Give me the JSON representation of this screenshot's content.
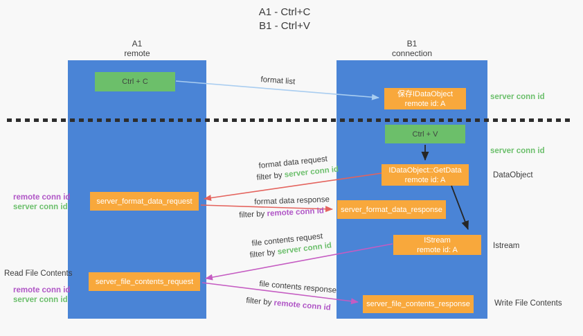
{
  "title": {
    "line1": "A1 - Ctrl+C",
    "line2": "B1 - Ctrl+V"
  },
  "lanes": {
    "left": {
      "id": "A1",
      "role": "remote"
    },
    "right": {
      "id": "B1",
      "role": "connection"
    }
  },
  "nodes": {
    "ctrl_c": {
      "label": "Ctrl + C"
    },
    "ctrl_v": {
      "label": "Ctrl + V"
    },
    "save_dataobject": {
      "line1": "保存IDataObject",
      "line2": "remote id: A"
    },
    "getdata": {
      "line1": "IDataObject::GetData",
      "line2": "remote id: A"
    },
    "istream_node": {
      "line1": "IStream",
      "line2": "remote id: A"
    },
    "server_format_data_request": {
      "label": "server_format_data_request"
    },
    "server_format_data_response": {
      "label": "server_format_data_response"
    },
    "server_file_contents_request": {
      "label": "server_file_contents_request"
    },
    "server_file_contents_response": {
      "label": "server_file_contents_response"
    }
  },
  "labels": {
    "format_list": "format list",
    "format_data_request": "format data request",
    "format_data_response": "format data response",
    "file_contents_request": "file contents request",
    "file_contents_response": "file contents response",
    "filter_by": "filter by",
    "server_conn_id": "server conn id",
    "remote_conn_id": "remote conn id",
    "dataobject": "DataObject",
    "istream": "Istream",
    "read_file_contents": "Read File Contents",
    "write_file_contents": "Write File Contents"
  },
  "colors": {
    "lane_blue": "#4a84d6",
    "node_green": "#6cbf6a",
    "node_orange": "#f8a83c",
    "arrow_red": "#e4635d",
    "arrow_magenta": "#c55cc2",
    "arrow_light_blue": "#a9cdf0",
    "arrow_black": "#262626",
    "text_green": "#6cbf6c",
    "text_purple": "#b056c6",
    "text_dark": "#3b3b3b",
    "background": "#f8f8f8"
  }
}
